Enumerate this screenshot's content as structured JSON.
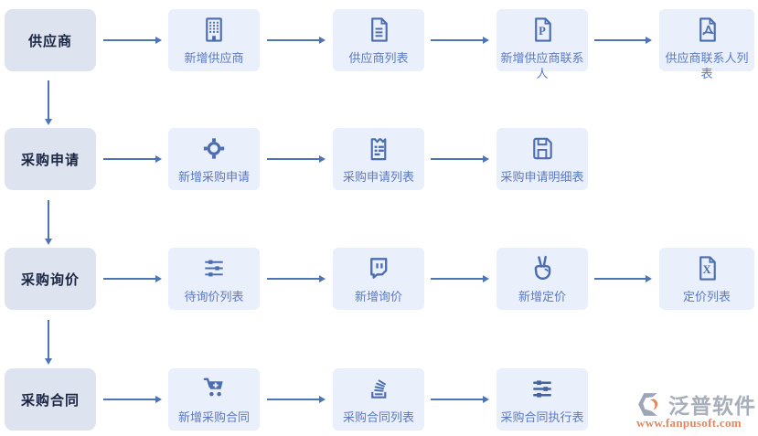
{
  "flow": {
    "rows": [
      {
        "label": "供应商",
        "steps": [
          {
            "label": "新增供应商",
            "icon": "building-icon"
          },
          {
            "label": "供应商列表",
            "icon": "document-lines-icon"
          },
          {
            "label": "新增供应商联系人",
            "icon": "file-p-icon"
          },
          {
            "label": "供应商联系人列表",
            "icon": "file-pdf-icon"
          }
        ]
      },
      {
        "label": "采购申请",
        "steps": [
          {
            "label": "新增采购申请",
            "icon": "target-icon"
          },
          {
            "label": "采购申请列表",
            "icon": "receipt-icon"
          },
          {
            "label": "采购申请明细表",
            "icon": "save-icon"
          }
        ]
      },
      {
        "label": "采购询价",
        "steps": [
          {
            "label": "待询价列表",
            "icon": "sliders-icon"
          },
          {
            "label": "新增询价",
            "icon": "chat-bubble-icon"
          },
          {
            "label": "新增定价",
            "icon": "victory-hand-icon"
          },
          {
            "label": "定价列表",
            "icon": "file-x-icon"
          }
        ]
      },
      {
        "label": "采购合同",
        "steps": [
          {
            "label": "新增采购合同",
            "icon": "cart-plus-icon"
          },
          {
            "label": "采购合同列表",
            "icon": "stack-tray-icon"
          },
          {
            "label": "采购合同执行表",
            "icon": "sliders-filled-icon"
          }
        ]
      }
    ]
  },
  "icons": {
    "file_p_letter": "P",
    "file_x_letter": "X"
  },
  "watermark": {
    "brand": "泛普软件",
    "url": "www.fanpusoft.com"
  },
  "colors": {
    "label_box_bg": "#dde4f0",
    "label_text": "#1a2542",
    "step_box_bg": "#e9effb",
    "step_text": "#5b7ac6",
    "icon_blue": "#4c6cb0",
    "arrow_blue": "#4d74b5",
    "watermark_gray": "#a3a9b6",
    "watermark_orange": "#de805a"
  }
}
